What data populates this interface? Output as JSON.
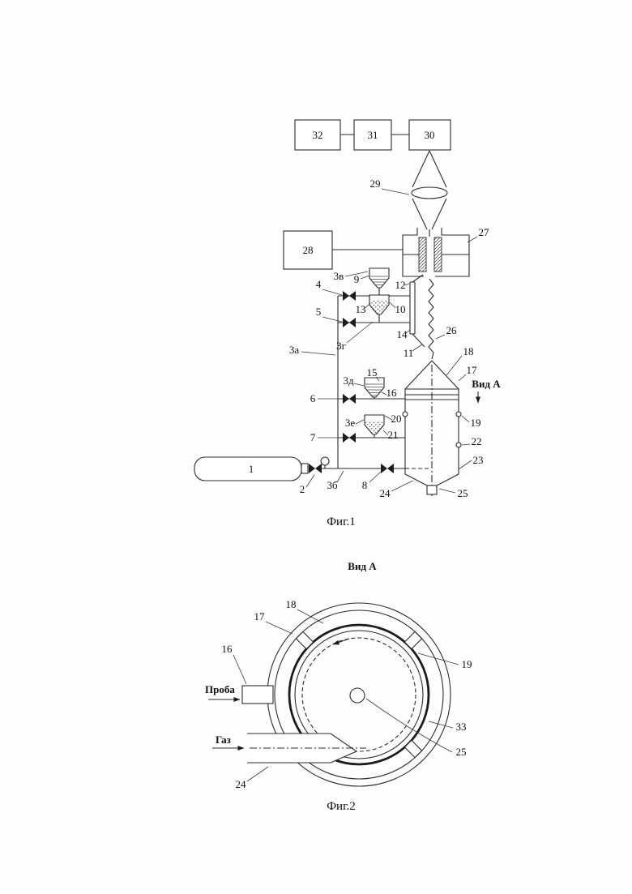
{
  "figure1": {
    "caption": "Фиг.1",
    "view_arrow_label": "Вид А",
    "labels": {
      "n1": "1",
      "n2": "2",
      "n3a": "3а",
      "n3b": "3б",
      "n3v": "3в",
      "n3g": "3г",
      "n3d": "3д",
      "n3e": "3е",
      "n4": "4",
      "n5": "5",
      "n6": "6",
      "n7": "7",
      "n8": "8",
      "n9": "9",
      "n10": "10",
      "n11": "11",
      "n12": "12",
      "n13": "13",
      "n14": "14",
      "n15": "15",
      "n16": "16",
      "n17": "17",
      "n18": "18",
      "n19": "19",
      "n20": "20",
      "n21": "21",
      "n22": "22",
      "n23": "23",
      "n24": "24",
      "n25": "25",
      "n26": "26",
      "n27": "27",
      "n28": "28",
      "n29": "29",
      "n30": "30",
      "n31": "31",
      "n32": "32"
    }
  },
  "figure2": {
    "title": "Вид А",
    "caption": "Фиг.2",
    "inlet_sample_label": "Проба",
    "inlet_gas_label": "Газ",
    "labels": {
      "n16": "16",
      "n17": "17",
      "n18": "18",
      "n19": "19",
      "n24": "24",
      "n25": "25",
      "n33": "33"
    }
  },
  "colors": {
    "ink": "#1c1c1c",
    "paper": "#fdfdfd"
  }
}
